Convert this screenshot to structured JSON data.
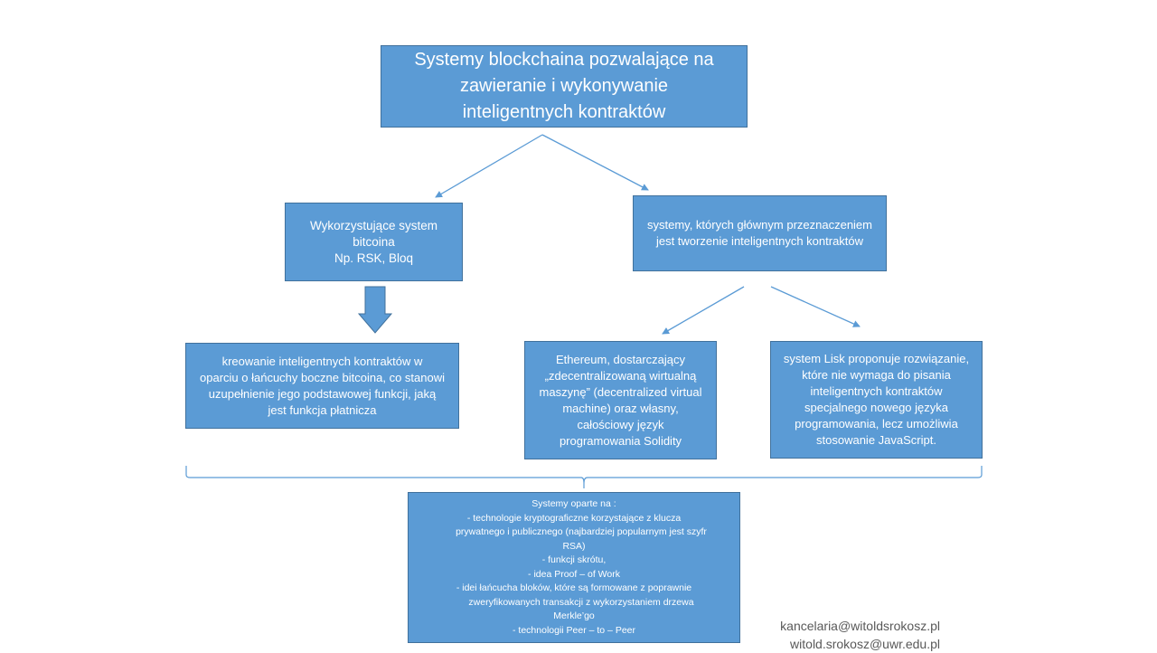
{
  "top": {
    "lines": [
      "Systemy blockchaina pozwalające na",
      "zawieranie i wykonywanie",
      "inteligentnych kontraktów"
    ]
  },
  "left": {
    "lines": [
      "Wykorzystujące  system",
      "bitcoina",
      "Np. RSK, Bloq"
    ]
  },
  "right": {
    "lines": [
      "systemy, których głównym przeznaczeniem",
      "jest tworzenie inteligentnych kontraktów"
    ]
  },
  "btc": {
    "lines": [
      "kreowanie inteligentnych kontraktów w",
      "oparciu o łańcuchy boczne bitcoina, co stanowi",
      "uzupełnienie jego podstawowej funkcji, jaką",
      "jest funkcja płatnicza"
    ]
  },
  "eth": {
    "lines": [
      "Ethereum, dostarczający",
      "„zdecentralizowaną wirtualną",
      "maszynę” (decentralized virtual",
      "machine) oraz własny,",
      "całościowy język",
      "programowania Solidity"
    ]
  },
  "lisk": {
    "lines": [
      "system Lisk proponuje rozwiązanie,",
      "które nie wymaga do pisania",
      "inteligentnych kontraktów",
      "specjalnego nowego języka",
      "programowania, lecz umożliwia",
      "stosowanie JavaScript."
    ]
  },
  "bottom": {
    "lines": [
      "Systemy  oparte na :",
      "-     technologie kryptograficzne korzystające z   klucza",
      "prywatnego  i publicznego (najbardziej popularnym jest szyfr",
      "RSA)",
      "-     funkcji skrótu,",
      "-     idea Proof – of Work",
      "-     idei łańcucha bloków, które są formowane z poprawnie",
      "zweryfikowanych transakcji z wykorzystaniem drzewa",
      "Merkle’go",
      "-     technologii Peer – to – Peer"
    ]
  },
  "contact": {
    "line1": "kancelaria@witoldsrokosz.pl",
    "line2": "witold.srokosz@uwr.edu.pl"
  },
  "colors": {
    "box_fill": "#5b9bd5",
    "box_border": "#41719c",
    "connector": "#5b9bd5",
    "contact_text": "#595959"
  }
}
